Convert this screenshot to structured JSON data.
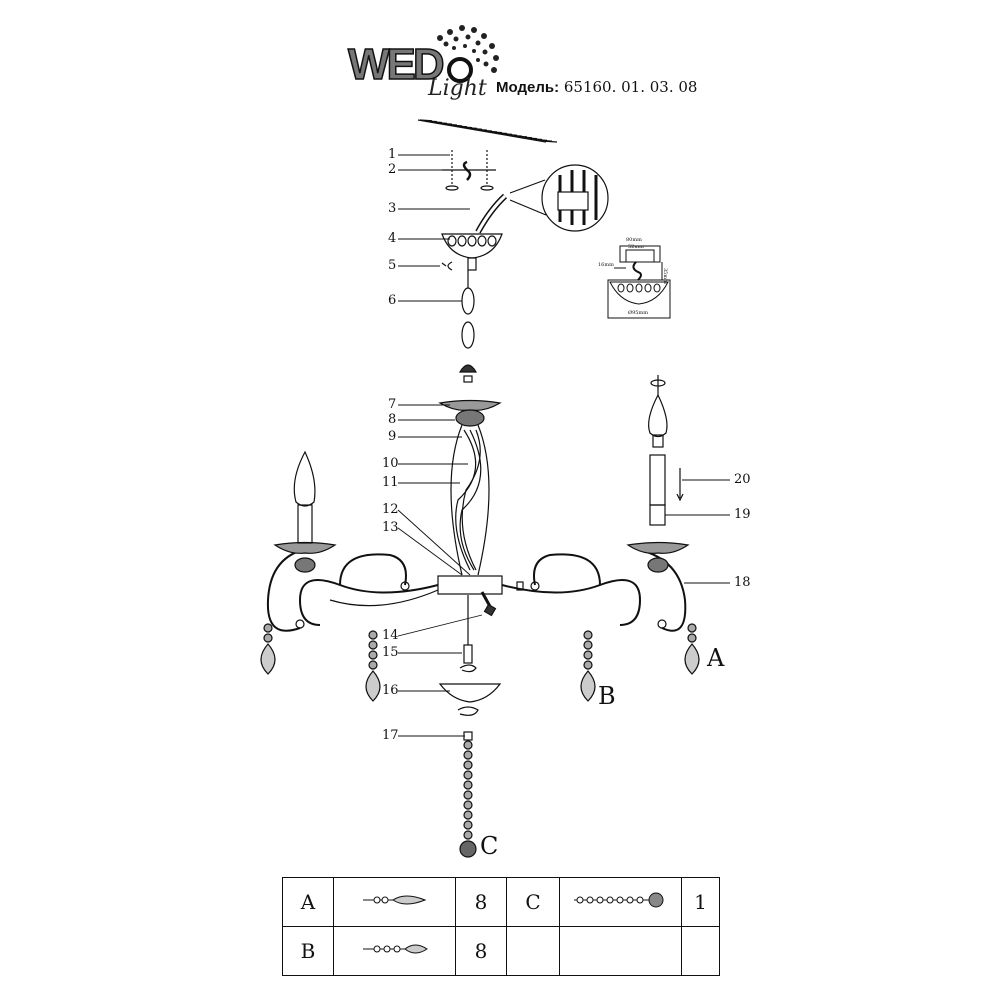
{
  "brand": {
    "logo_text": "WED",
    "logo_sub": "Light"
  },
  "header": {
    "model_label": "Модель:",
    "model_number": "65160. 01. 03. 08"
  },
  "callouts": {
    "left": [
      "1",
      "2",
      "3",
      "4",
      "5",
      "6",
      "7",
      "8",
      "9",
      "10",
      "11",
      "12",
      "13",
      "14",
      "15",
      "16",
      "17"
    ],
    "right": [
      "20",
      "19",
      "18"
    ]
  },
  "crystal_labels": {
    "a": "A",
    "b": "B",
    "c": "C"
  },
  "dimension_detail": {
    "top_width": "80mm",
    "inner_width": "52mm",
    "offset": "16mm",
    "height": "35mm",
    "diameter": "Ø95mm"
  },
  "parts_table": {
    "rows": [
      {
        "id1": "A",
        "qty1": "8",
        "id2": "C",
        "qty2": "1"
      },
      {
        "id1": "B",
        "qty1": "8",
        "id2": "",
        "qty2": ""
      }
    ]
  }
}
